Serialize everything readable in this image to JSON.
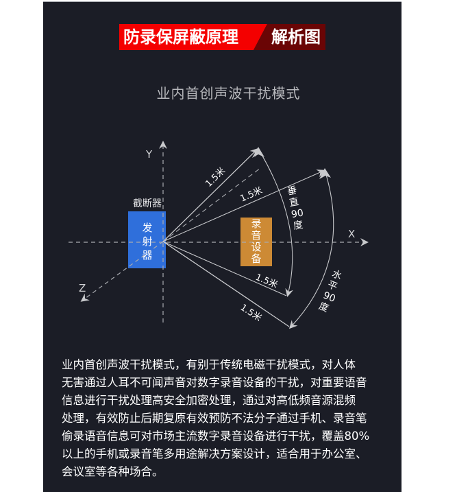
{
  "banner": {
    "title_main": "防录保屏蔽原理",
    "title_tag": "解析图",
    "colors": {
      "main": "#f40000",
      "tag": "#6a0505"
    }
  },
  "subtitle": "业内首创声波干扰模式",
  "diagram": {
    "axes": {
      "x": "X",
      "y": "Y",
      "z": "Z"
    },
    "emitter": {
      "caption": "截断器",
      "label": "发射器",
      "color": "#2f6fdb"
    },
    "recorder": {
      "label": "录音设备",
      "color": "#cd8a35"
    },
    "distance_labels": [
      "1.5米",
      "1.5米",
      "1.5米",
      "1.5米"
    ],
    "vertical_angle": {
      "line1": "垂",
      "line2": "直",
      "line3": "90",
      "line4": "度"
    },
    "horizontal_angle": {
      "line1": "水",
      "line2": "平",
      "line3": "90",
      "line4": "度"
    }
  },
  "description": {
    "lines": [
      "业内首创声波干扰模式，有别于传统电磁干扰模式，对人体",
      "无害通过人耳不可闻声音对数字录音设备的干扰，对重要语音",
      "信息进行干扰处理高安全加密处理，通过对高低频音源混频",
      "处理，有效防止后期复原有效预防不法分子通过手机、录音笔",
      "偷录语音信息可对市场主流数字录音设备进行干扰，覆盖80%",
      "以上的手机或录音笔多用途解决方案设计，适合用于办公室、",
      "会议室等各种场合。"
    ]
  }
}
